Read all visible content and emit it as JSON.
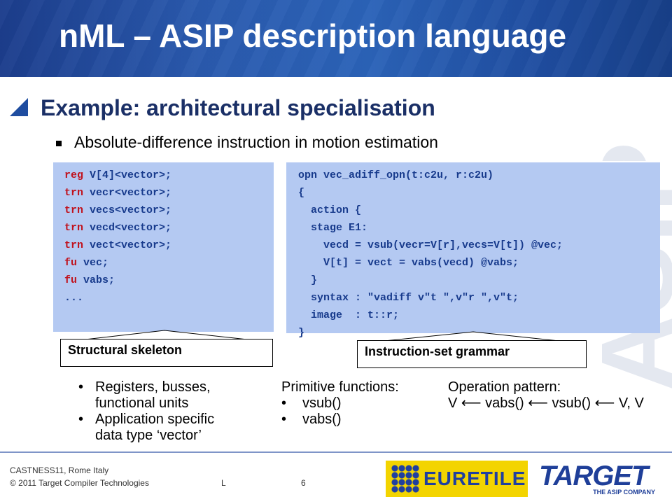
{
  "slide": {
    "title": "nML – ASIP description language",
    "subtitle": "Example: architectural specialisation",
    "bullet": "Absolute-difference instruction in motion estimation",
    "watermark": "ASIP"
  },
  "code_left": {
    "lines": [
      [
        "reg",
        " V[4]<vector>;"
      ],
      [
        "trn",
        " vecr<vector>;"
      ],
      [
        "trn",
        " vecs<vector>;"
      ],
      [
        "trn",
        " vecd<vector>;"
      ],
      [
        "trn",
        " vect<vector>;"
      ],
      [
        "fu",
        " vec;"
      ],
      [
        "fu",
        " vabs;"
      ],
      [
        "",
        "..."
      ]
    ]
  },
  "code_right": {
    "lines": [
      "opn vec_adiff_opn(t:c2u, r:c2u)",
      "{",
      "  action {",
      "  stage E1:",
      "    vecd = vsub(vecr=V[r],vecs=V[t]) @vec;",
      "    V[t] = vect = vabs(vecd) @vabs;",
      "  }",
      "  syntax : \"vadiff v\"t \",v\"r \",v\"t;",
      "  image  : t::r;",
      "}"
    ]
  },
  "labels": {
    "structural": "Structural skeleton",
    "grammar": "Instruction-set grammar"
  },
  "notes": {
    "left_1a": "Registers, busses,",
    "left_1b": "functional units",
    "left_2a": "Application specific",
    "left_2b": "data type  ‘vector’",
    "mid_head": "Primitive functions:",
    "mid_1": "vsub()",
    "mid_2": "vabs()",
    "right_head": "Operation pattern:",
    "right_line": "V ⟵ vabs() ⟵ vsub() ⟵ V, V",
    "bullet_glyph": "•"
  },
  "footer": {
    "line1": "CASTNESS11,  Rome Italy",
    "line2": "© 2011 Target Compiler Technologies",
    "mark": "L",
    "page": "6"
  },
  "logos": {
    "euretile": "EURETILE",
    "target": "TARGET",
    "target_tag": "THE ASIP COMPANY"
  },
  "colors": {
    "header": "#2a5aae",
    "code_bg": "#b4c9f2",
    "code_text": "#173a8c",
    "keyword": "#c0121d",
    "subtitle": "#1a2f66"
  }
}
